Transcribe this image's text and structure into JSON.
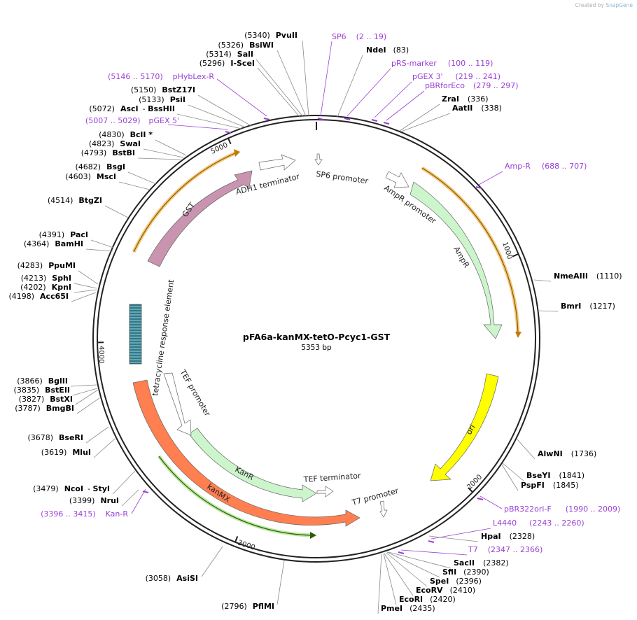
{
  "watermark": {
    "created_by": "Created by",
    "brand": "SnapGene"
  },
  "plasmid": {
    "name": "pFA6a-kanMX-tetO-Pcyc1-GST",
    "length": "5353 bp",
    "total_bp": 5353
  },
  "ticks": [
    {
      "label": "1000",
      "pos": 1000
    },
    {
      "label": "2000",
      "pos": 2000
    },
    {
      "label": "3000",
      "pos": 3000
    },
    {
      "label": "4000",
      "pos": 4000
    },
    {
      "label": "5000",
      "pos": 5000
    }
  ],
  "features": [
    {
      "label": "SP6 promoter",
      "color": "#ffffff"
    },
    {
      "label": "AmpR promoter",
      "color": "#ffffff"
    },
    {
      "label": "AmpR",
      "color": "#ccf5cc"
    },
    {
      "label": "ori",
      "color": "#ffff00"
    },
    {
      "label": "T7 promoter",
      "color": "#ffffff"
    },
    {
      "label": "TEF terminator",
      "color": "#ffffff"
    },
    {
      "label": "KanR",
      "color": "#ccf5cc"
    },
    {
      "label": "TEF promoter",
      "color": "#ffffff"
    },
    {
      "label": "kanMX",
      "color": "#ff7f50"
    },
    {
      "label": "tetracycline response element",
      "color": "#2e7a8a"
    },
    {
      "label": "GST",
      "color": "#c994b0"
    },
    {
      "label": "ADH1 terminator",
      "color": "#ffffff"
    }
  ],
  "primers": [
    {
      "name": "SP6",
      "range": "(2 .. 19)"
    },
    {
      "name": "pRS-marker",
      "range": "(100 .. 119)"
    },
    {
      "name": "pGEX 3'",
      "range": "(219 .. 241)"
    },
    {
      "name": "pBRforEco",
      "range": "(279 .. 297)"
    },
    {
      "name": "Amp-R",
      "range": "(688 .. 707)"
    },
    {
      "name": "pBR322ori-F",
      "range": "(1990 .. 2009)"
    },
    {
      "name": "L4440",
      "range": "(2243 .. 2260)"
    },
    {
      "name": "T7",
      "range": "(2347 .. 2366)"
    },
    {
      "name": "Kan-R",
      "range": "(3396 .. 3415)"
    },
    {
      "name": "pGEX 5'",
      "range": "(5007 .. 5029)"
    },
    {
      "name": "pHybLex-R",
      "range": "(5146 .. 5170)"
    }
  ],
  "enzymes": [
    {
      "name": "PvuII",
      "pos": "(5340)"
    },
    {
      "name": "BsiWI",
      "pos": "(5326)"
    },
    {
      "name": "SalI",
      "pos": "(5314)"
    },
    {
      "name": "I-SceI",
      "pos": "(5296)"
    },
    {
      "name": "BstZ17I",
      "pos": "(5150)"
    },
    {
      "name": "PsiI",
      "pos": "(5133)"
    },
    {
      "name": "AscI",
      "name2": "BssHII",
      "pos": "(5072)"
    },
    {
      "name": "BclI *",
      "pos": "(4830)"
    },
    {
      "name": "SwaI",
      "pos": "(4823)"
    },
    {
      "name": "BstBI",
      "pos": "(4793)"
    },
    {
      "name": "BsgI",
      "pos": "(4682)"
    },
    {
      "name": "MscI",
      "pos": "(4603)"
    },
    {
      "name": "BtgZI",
      "pos": "(4514)"
    },
    {
      "name": "PacI",
      "pos": "(4391)"
    },
    {
      "name": "BamHI",
      "pos": "(4364)"
    },
    {
      "name": "PpuMI",
      "pos": "(4283)"
    },
    {
      "name": "SphI",
      "pos": "(4213)"
    },
    {
      "name": "KpnI",
      "pos": "(4202)"
    },
    {
      "name": "Acc65I",
      "pos": "(4198)"
    },
    {
      "name": "BglII",
      "pos": "(3866)"
    },
    {
      "name": "BstEII",
      "pos": "(3835)"
    },
    {
      "name": "BstXI",
      "pos": "(3827)"
    },
    {
      "name": "BmgBI",
      "pos": "(3787)"
    },
    {
      "name": "BseRI",
      "pos": "(3678)"
    },
    {
      "name": "MluI",
      "pos": "(3619)"
    },
    {
      "name": "NcoI",
      "name2": "StyI",
      "pos": "(3479)"
    },
    {
      "name": "NruI",
      "pos": "(3399)"
    },
    {
      "name": "AsiSI",
      "pos": "(3058)"
    },
    {
      "name": "PflMI",
      "pos": "(2796)"
    },
    {
      "name": "NdeI",
      "pos": "(83)"
    },
    {
      "name": "ZraI",
      "pos": "(336)"
    },
    {
      "name": "AatII",
      "pos": "(338)"
    },
    {
      "name": "NmeAIII",
      "pos": "(1110)"
    },
    {
      "name": "BmrI",
      "pos": "(1217)"
    },
    {
      "name": "AlwNI",
      "pos": "(1736)"
    },
    {
      "name": "BseYI",
      "pos": "(1841)"
    },
    {
      "name": "PspFI",
      "pos": "(1845)"
    },
    {
      "name": "HpaI",
      "pos": "(2328)"
    },
    {
      "name": "SacII",
      "pos": "(2382)"
    },
    {
      "name": "SfiI",
      "pos": "(2390)"
    },
    {
      "name": "SpeI",
      "pos": "(2396)"
    },
    {
      "name": "EcoRV",
      "pos": "(2410)"
    },
    {
      "name": "EcoRI",
      "pos": "(2420)"
    },
    {
      "name": "PmeI",
      "pos": "(2435)"
    }
  ],
  "colors": {
    "primer": "#9a3fd6",
    "backbone": "#222222",
    "primer_highlight": "#f5b041"
  }
}
